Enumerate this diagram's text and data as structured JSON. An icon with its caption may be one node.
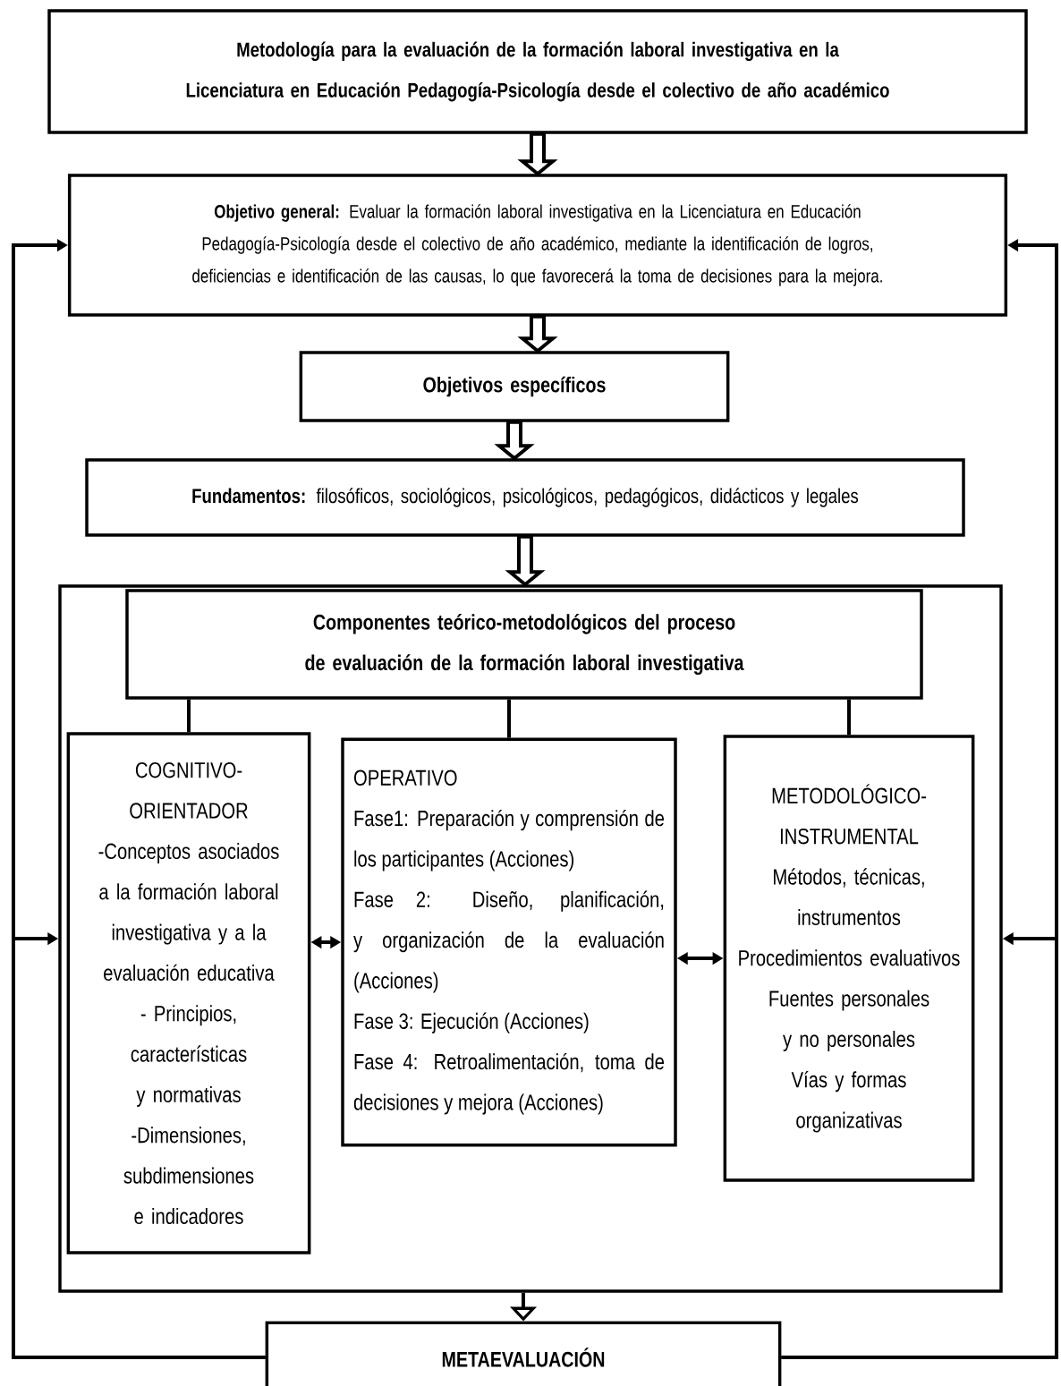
{
  "diagram": {
    "nodes": [
      {
        "text": [
          "Metodología para la evaluación de la formación laboral investigativa en la Licenciatura en Educación Pedagogía-Psicología desde el colectivo de año académico"
        ]
      },
      {
        "text": [
          "**Objetivo general:** Evaluar la formación laboral investigativa en la Licenciatura en Educación Pedagogía-Psicología desde el colectivo de año académico, mediante la identificación de logros, deficiencias e identificación de las causas, lo que favorecerá la toma de decisiones para la mejora."
        ]
      },
      {
        "text": [
          "Objetivos específicos"
        ]
      },
      {
        "text": [
          "**Fundamentos:** filosóficos, sociológicos, psicológicos, pedagógicos, didácticos y legales"
        ]
      },
      {
        "text": [],
        "shape": "box"
      },
      {
        "text": [
          "Componentes teórico-metodológicos del proceso de evaluación de la formación laboral investigativa"
        ],
        "in": 4
      },
      {
        "text": [
          "COGNITIVO-ORIENTADOR",
          "-Conceptos asociados a la formación laboral investigativa y a la evaluación educativa",
          "- Principios, características y normativas",
          "-Dimensiones, subdimensiones e indicadores"
        ],
        "in": 4
      },
      {
        "text": [
          "OPERATIVO",
          "Fase1: Preparación y comprensión de los participantes (Acciones)",
          "Fase 2: Diseño, planificación, y organización de la evaluación (Acciones)",
          "Fase 3: Ejecución (Acciones)",
          "Fase 4: Retroalimentación, toma de decisiones y mejora (Acciones)"
        ],
        "in": 4
      },
      {
        "text": [
          "METODOLÓGICO-INSTRUMENTAL",
          "Métodos, técnicas, instrumentos",
          "Procedimientos evaluativos",
          "Fuentes personales y no personales",
          "Vías y formas organizativas"
        ],
        "in": 4
      },
      {
        "text": [
          "METAEVALUACIÓN"
        ]
      }
    ],
    "edges": [
      {
        "from": 0,
        "to": 1,
        "arrow": "to"
      },
      {
        "from": 1,
        "to": 2,
        "arrow": "to"
      },
      {
        "from": 2,
        "to": 3,
        "arrow": "to"
      },
      {
        "from": 3,
        "to": 4,
        "arrow": "to"
      },
      {
        "from": 5,
        "to": 6,
        "arrow": "none"
      },
      {
        "from": 5,
        "to": 7,
        "arrow": "none"
      },
      {
        "from": 5,
        "to": 8,
        "arrow": "none"
      },
      {
        "from": 6,
        "to": 7,
        "arrow": "both"
      },
      {
        "from": 7,
        "to": 8,
        "arrow": "both"
      },
      {
        "from": 4,
        "to": 9,
        "arrow": "to"
      },
      {
        "from": 9,
        "to": 1,
        "arrow": "to"
      },
      {
        "from": 9,
        "to": 4,
        "arrow": "to"
      },
      {
        "from": 9,
        "to": 1,
        "arrow": "to"
      },
      {
        "from": 9,
        "to": 4,
        "arrow": "to"
      }
    ]
  }
}
